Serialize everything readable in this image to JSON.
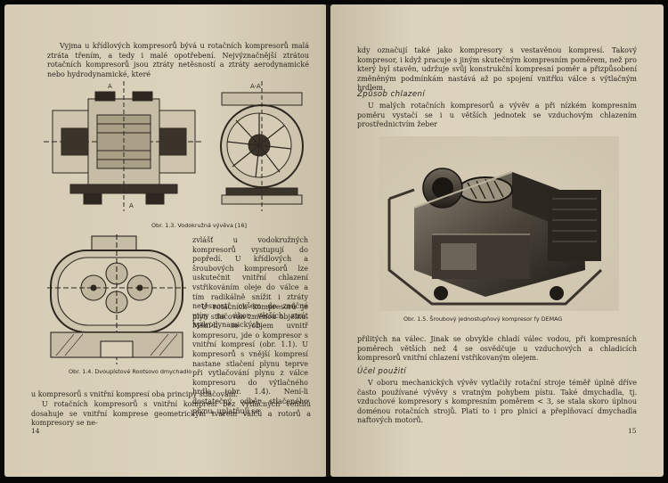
{
  "left_page": {
    "para1": "Vyjma u křídlových kompresorů bývá u rotačních kompresorů malá ztráta třením, a tedy i malé opotřebení. Nejvýznačnější ztrátou rotačních kompresorů jsou ztráty netěsností a ztráty aerodynamické nebo hydrodynamické, které",
    "fig1_caption": "Obr. 1.3. Vodokružná vývěva [16]",
    "fig1_label_a_top": "A",
    "fig1_label_a_bottom": "A",
    "fig1_label_section": "A-A",
    "col_text1": "zvlášť u vodokružných kompresorů vystupují do popředí. U křídlových a šroubových kompresorů lze uskutečnit vnitřní chlazení vstřikováním oleje do válce a tím radikálně snížit i ztráty netěsností, ovšem do značné míry na úkor větších ztrát hydrodynamických.",
    "col_text2": "U rotačních kompresorů je plyn stlačován změnou objemu. Mění-li se objem uvnitř kompresoru, jde o kompresor s vnitřní kompresí (obr. 1.1). U kompresorů s vnější kompresí nastane stlačení plynu teprve při vytlačování plynu z válce kompresoru do výtlačného hrdla (obr. 1.4). Není-li dostatečný odběr stlačeného plynu, uplatňují se",
    "fig2_caption": "Obr. 1.4. Dvoupístové Rootsovo dmychadlo",
    "para_bottom1": "u kompresorů s vnitřní kompresí oba principy stlačování.",
    "para_bottom2": "U rotačních kompresorů s vnitřní kompresí bez výtlačných ventilů dosahuje se vnitřní komprese geometrickým tvarem válců a rotorů a kompresory se ne-",
    "page_number": "14"
  },
  "right_page": {
    "para1": "kdy označují také jako kompresory s vestavěnou kompresí. Takový kompresor, i když pracuje s jiným skutečným kompresním poměrem, než pro který byl stavěn, udržuje svůj konstrukční kompresní poměr a přizpůsobení změněným podmínkám nastává až po spojení vnitřku válce s výtlačným hrdlem.",
    "heading1": "Způsob chlazení",
    "para2": "U malých rotačních kompresorů a vývěv a při nízkém kompresním poměru vystačí se i u větších jednotek se vzduchovým chlazením prostřednictvím žeber",
    "photo_caption": "Obr. 1.5. Šroubový jednostupňový kompresor fy DEMAG",
    "para3": "přilitých na válec. Jinak se obvykle chladí válec vodou, při kompresních poměrech větších než 4 se osvědčuje u vzduchových a chladicích kompresorů vnitřní chlazení vstřikovaným olejem.",
    "heading2": "Účel použití",
    "para4": "V oboru mechanických vývěv vytlačily rotační stroje téměř úplně dříve často používané vývěvy s vratným pohybem pístu. Také dmychadla, tj. vzduchové kompresory s kompresním poměrem < 3, se stala skoro úplnou doménou rotačních strojů. Platí to i pro plnicí a přeplňovací dmychadla naftových motorů.",
    "page_number": "15"
  },
  "colors": {
    "paper": "#d8ceb8",
    "ink": "#2a241d",
    "background": "#070707"
  }
}
